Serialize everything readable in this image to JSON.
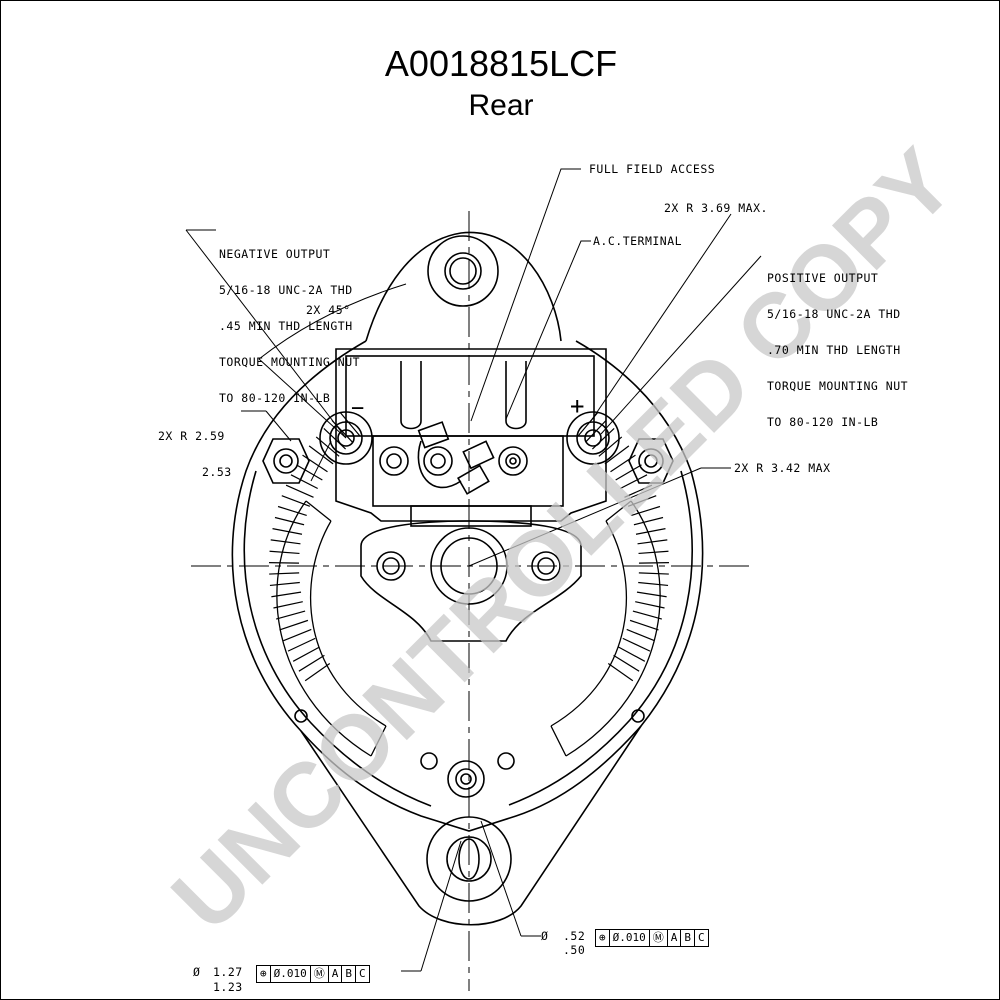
{
  "title": "A0018815LCF",
  "subtitle": "Rear",
  "watermark": "UNCONTROLLED COPY",
  "callouts": {
    "full_field_access": "FULL FIELD ACCESS",
    "radius_369": "2X R 3.69 MAX.",
    "ac_terminal": "A.C.TERMINAL",
    "negative_output": [
      "NEGATIVE OUTPUT",
      "5/16-18 UNC-2A THD",
      ".45 MIN THD LENGTH",
      "TORQUE MOUNTING NUT",
      "TO 80-120 IN-LB"
    ],
    "positive_output": [
      "POSITIVE OUTPUT",
      "5/16-18 UNC-2A THD",
      ".70 MIN THD LENGTH",
      "TORQUE MOUNTING NUT",
      "TO 80-120 IN-LB"
    ],
    "angle": "2X 45°",
    "radius_259": [
      "2X R 2.59",
      "2.53"
    ],
    "radius_342": "2X R 3.42 MAX",
    "minus_sign": "−",
    "plus_sign": "+"
  },
  "dimensions": {
    "small_hole": {
      "symbol": "Ø",
      "upper": ".52",
      "lower": ".50",
      "fcf": [
        "⊕",
        "Ø.010",
        "Ⓜ",
        "A",
        "B",
        "C"
      ]
    },
    "large_hole": {
      "symbol": "Ø",
      "upper": "1.27",
      "lower": "1.23",
      "fcf": [
        "⊕",
        "Ø.010",
        "Ⓜ",
        "A",
        "B",
        "C"
      ]
    }
  }
}
